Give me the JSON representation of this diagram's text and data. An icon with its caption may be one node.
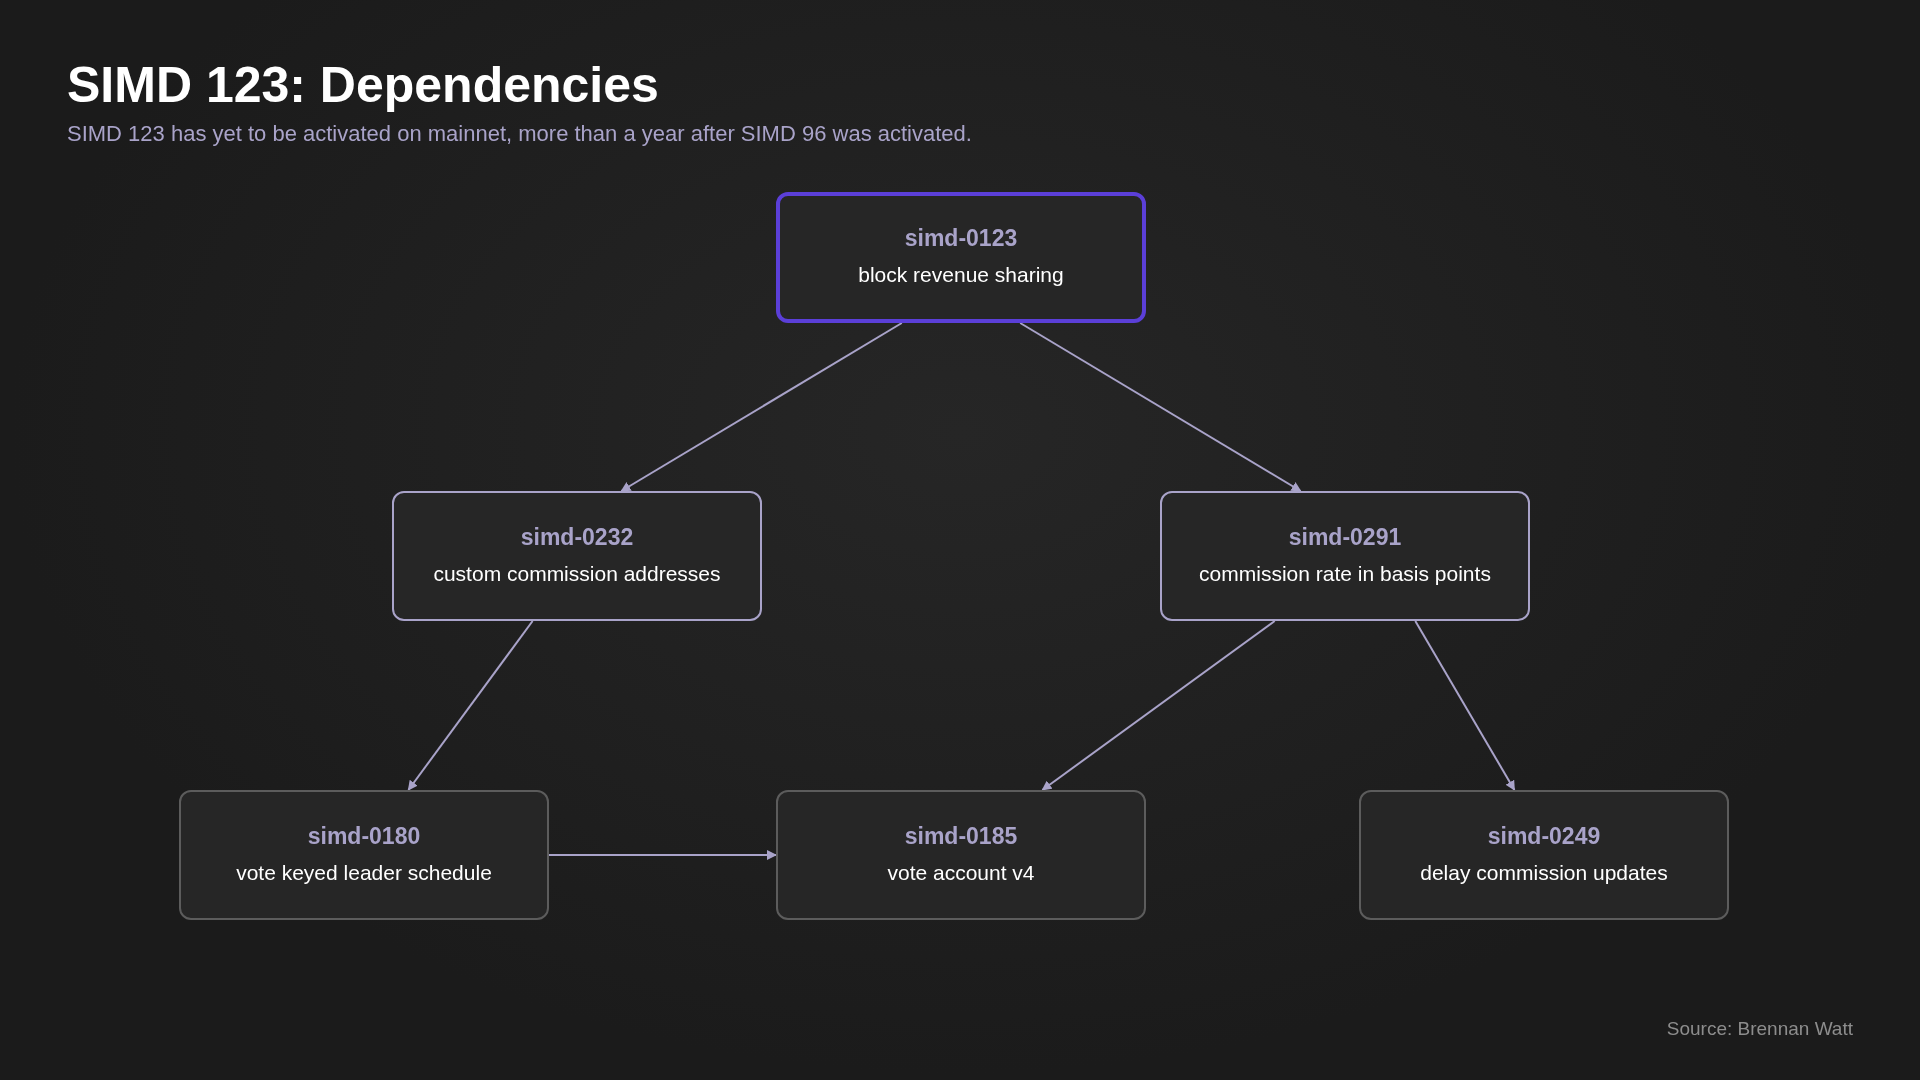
{
  "diagram": {
    "title": "SIMD 123: Dependencies",
    "caption": "SIMD 123 has yet to be activated on mainnet, more than a year after SIMD 96 was activated.",
    "nodes": [
      {
        "text": [
          "simd-0123",
          "block revenue sharing"
        ]
      },
      {
        "text": [
          "simd-0232",
          "custom commission addresses"
        ]
      },
      {
        "text": [
          "simd-0291",
          "commission rate in basis points"
        ]
      },
      {
        "text": [
          "simd-0180",
          "vote keyed leader schedule"
        ]
      },
      {
        "text": [
          "simd-0185",
          "vote account v4"
        ]
      },
      {
        "text": [
          "simd-0249",
          "delay commission updates"
        ]
      }
    ],
    "edges": [
      {
        "from": 0,
        "to": 1,
        "arrow": "to"
      },
      {
        "from": 0,
        "to": 2,
        "arrow": "to"
      },
      {
        "from": 1,
        "to": 3,
        "arrow": "to"
      },
      {
        "from": 2,
        "to": 4,
        "arrow": "to"
      },
      {
        "from": 2,
        "to": 5,
        "arrow": "to"
      },
      {
        "from": 3,
        "to": 4,
        "arrow": "to"
      }
    ],
    "labels": [
      "Source: Brennan Watt"
    ]
  }
}
